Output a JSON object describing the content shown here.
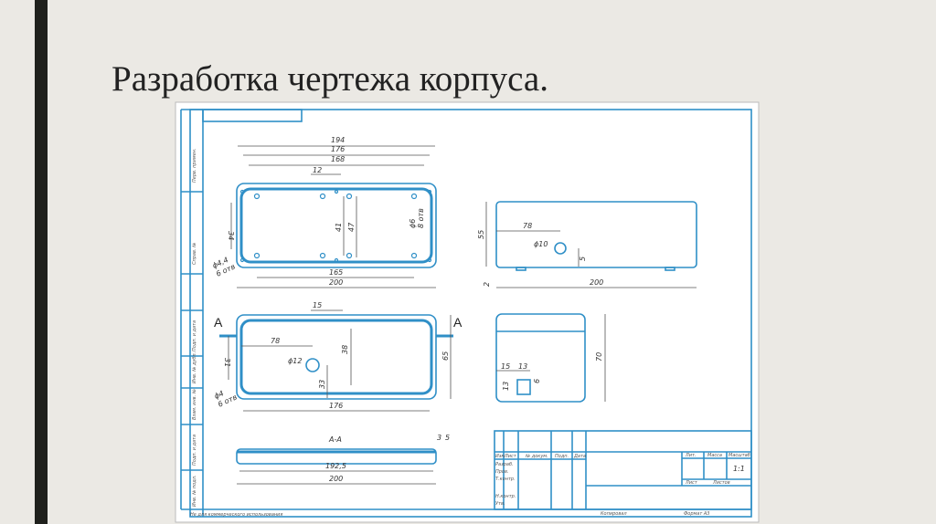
{
  "slide": {
    "title": "Разработка чертежа корпуса."
  },
  "drawing": {
    "top_view": {
      "d194": "194",
      "d176": "176",
      "d168": "168",
      "d12": "12",
      "d34": "34",
      "d41": "41",
      "d47": "47",
      "d165": "165",
      "d200": "200",
      "hole_big": "ϕ6",
      "hole_big_count": "8 отв",
      "hole_small": "ϕ4,4",
      "hole_small_count": "6 отв"
    },
    "lid_view": {
      "section_mark": "A",
      "d15": "15",
      "d78": "78",
      "d12": "ϕ12",
      "d38": "38",
      "d33": "33",
      "d31": "31",
      "d65": "65",
      "d176": "176",
      "hole": "ϕ4",
      "hole_count": "6 отв"
    },
    "section": {
      "label": "A-A",
      "d3": "3",
      "d5": "5",
      "d192": "192,5",
      "d200": "200"
    },
    "side_view": {
      "d55": "55",
      "d78": "78",
      "d10": "ϕ10",
      "d5": "5",
      "d2": "2",
      "d200": "200"
    },
    "end_view": {
      "d15": "15",
      "d13": "13",
      "d70": "70",
      "d13v": "13",
      "d6": "6"
    },
    "title_block": {
      "headers": [
        "Изм",
        "Лист",
        "№ докум.",
        "Подп.",
        "Дата"
      ],
      "rows": [
        "Разраб.",
        "Пров.",
        "Т.контр.",
        "Н.контр.",
        "Утв."
      ],
      "lit": "Лит.",
      "mass": "Масса",
      "scale": "Масштаб",
      "scale_value": "1:1",
      "sheet": "Лист",
      "sheets": "Листов",
      "copied": "Копировал",
      "format": "Формат   A3"
    },
    "side_strip": {
      "labels": [
        "Перв. примен.",
        "Справ. №",
        "Подп. и дата",
        "Инв. № дубл.",
        "Взам. инв. №",
        "Подп. и дата",
        "Инв. № подл."
      ],
      "footer": "Не для коммерческого использования"
    }
  }
}
